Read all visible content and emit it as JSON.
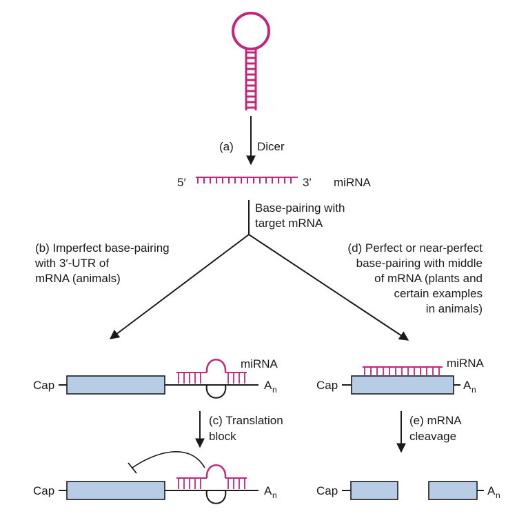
{
  "diagram": {
    "step_a": "(a)",
    "dicer": "Dicer",
    "five_prime": "5′",
    "three_prime": "3′",
    "mirna_label": "miRNA",
    "base_pairing_1": "Base-pairing with",
    "base_pairing_2": "target mRNA",
    "b_line1": "(b) Imperfect base-pairing",
    "b_line2": "with 3′-UTR of",
    "b_line3": "mRNA (animals)",
    "d_line1": "(d) Perfect or near-perfect",
    "d_line2": "base-pairing with middle",
    "d_line3": "of mRNA (plants and",
    "d_line4": "certain examples",
    "d_line5": "in animals)",
    "cap": "Cap",
    "a_main": "A",
    "a_sub": "n",
    "miRNA_small": "miRNA",
    "c_line1": "(c) Translation",
    "c_line2": "block",
    "e_line1": "(e) mRNA",
    "e_line2": "cleavage"
  },
  "colors": {
    "rna": "#c2267a",
    "mrna_box": "#b7cde6",
    "line": "#1a1a1a"
  }
}
